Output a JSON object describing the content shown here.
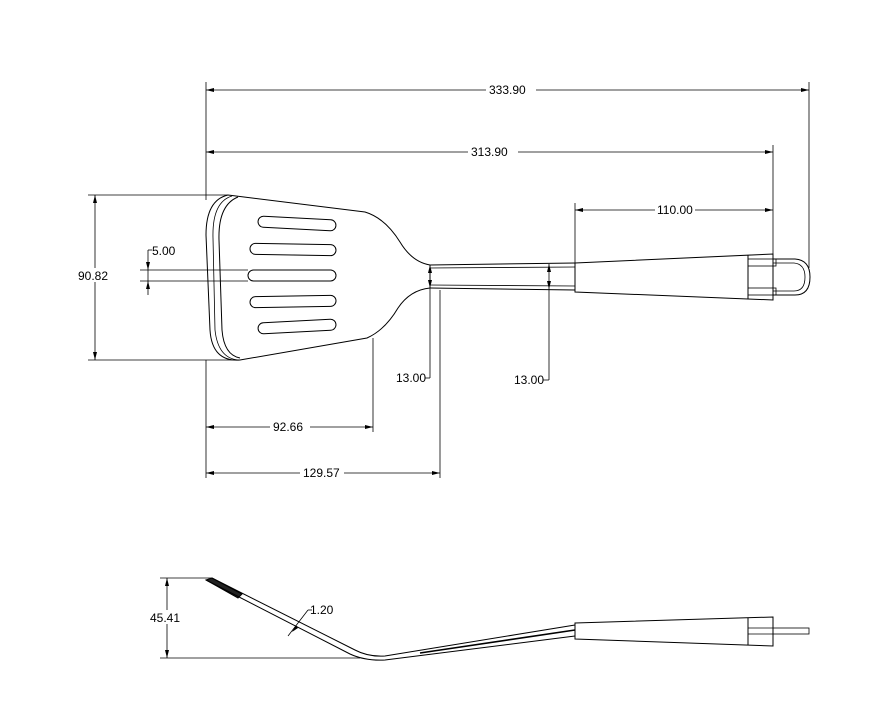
{
  "dimensions": {
    "overall_length": "333.90",
    "length_to_loop": "313.90",
    "handle_length": "110.00",
    "head_width": "90.82",
    "slot_width": "5.00",
    "neck_width_left": "13.00",
    "neck_width_right": "13.00",
    "head_length": "92.66",
    "head_to_neck": "129.57",
    "side_height": "45.41",
    "thickness": "1.20"
  },
  "colors": {
    "line": "#000000",
    "background": "#ffffff",
    "fill": "#222222"
  }
}
